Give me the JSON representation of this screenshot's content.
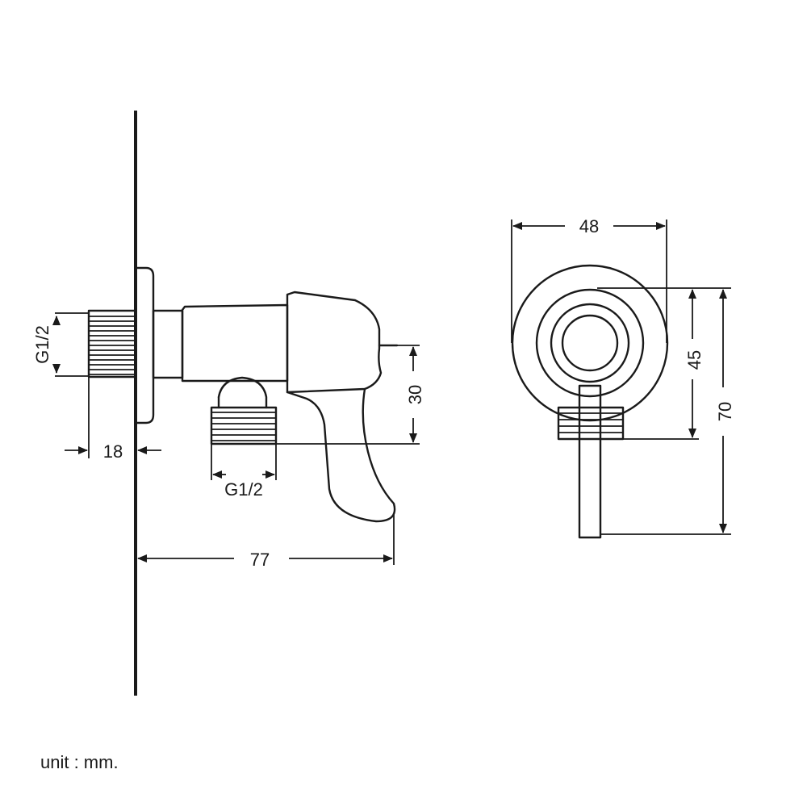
{
  "dimensions": {
    "thread_inlet": "G1/2",
    "thread_outlet": "G1/2",
    "flange_depth": "18",
    "total_length": "77",
    "outlet_height": "30",
    "flange_width": "48",
    "center_height": "45",
    "total_height": "70"
  },
  "unit_note": "unit : mm.",
  "colors": {
    "line": "#1a1a1a",
    "background": "#ffffff"
  }
}
